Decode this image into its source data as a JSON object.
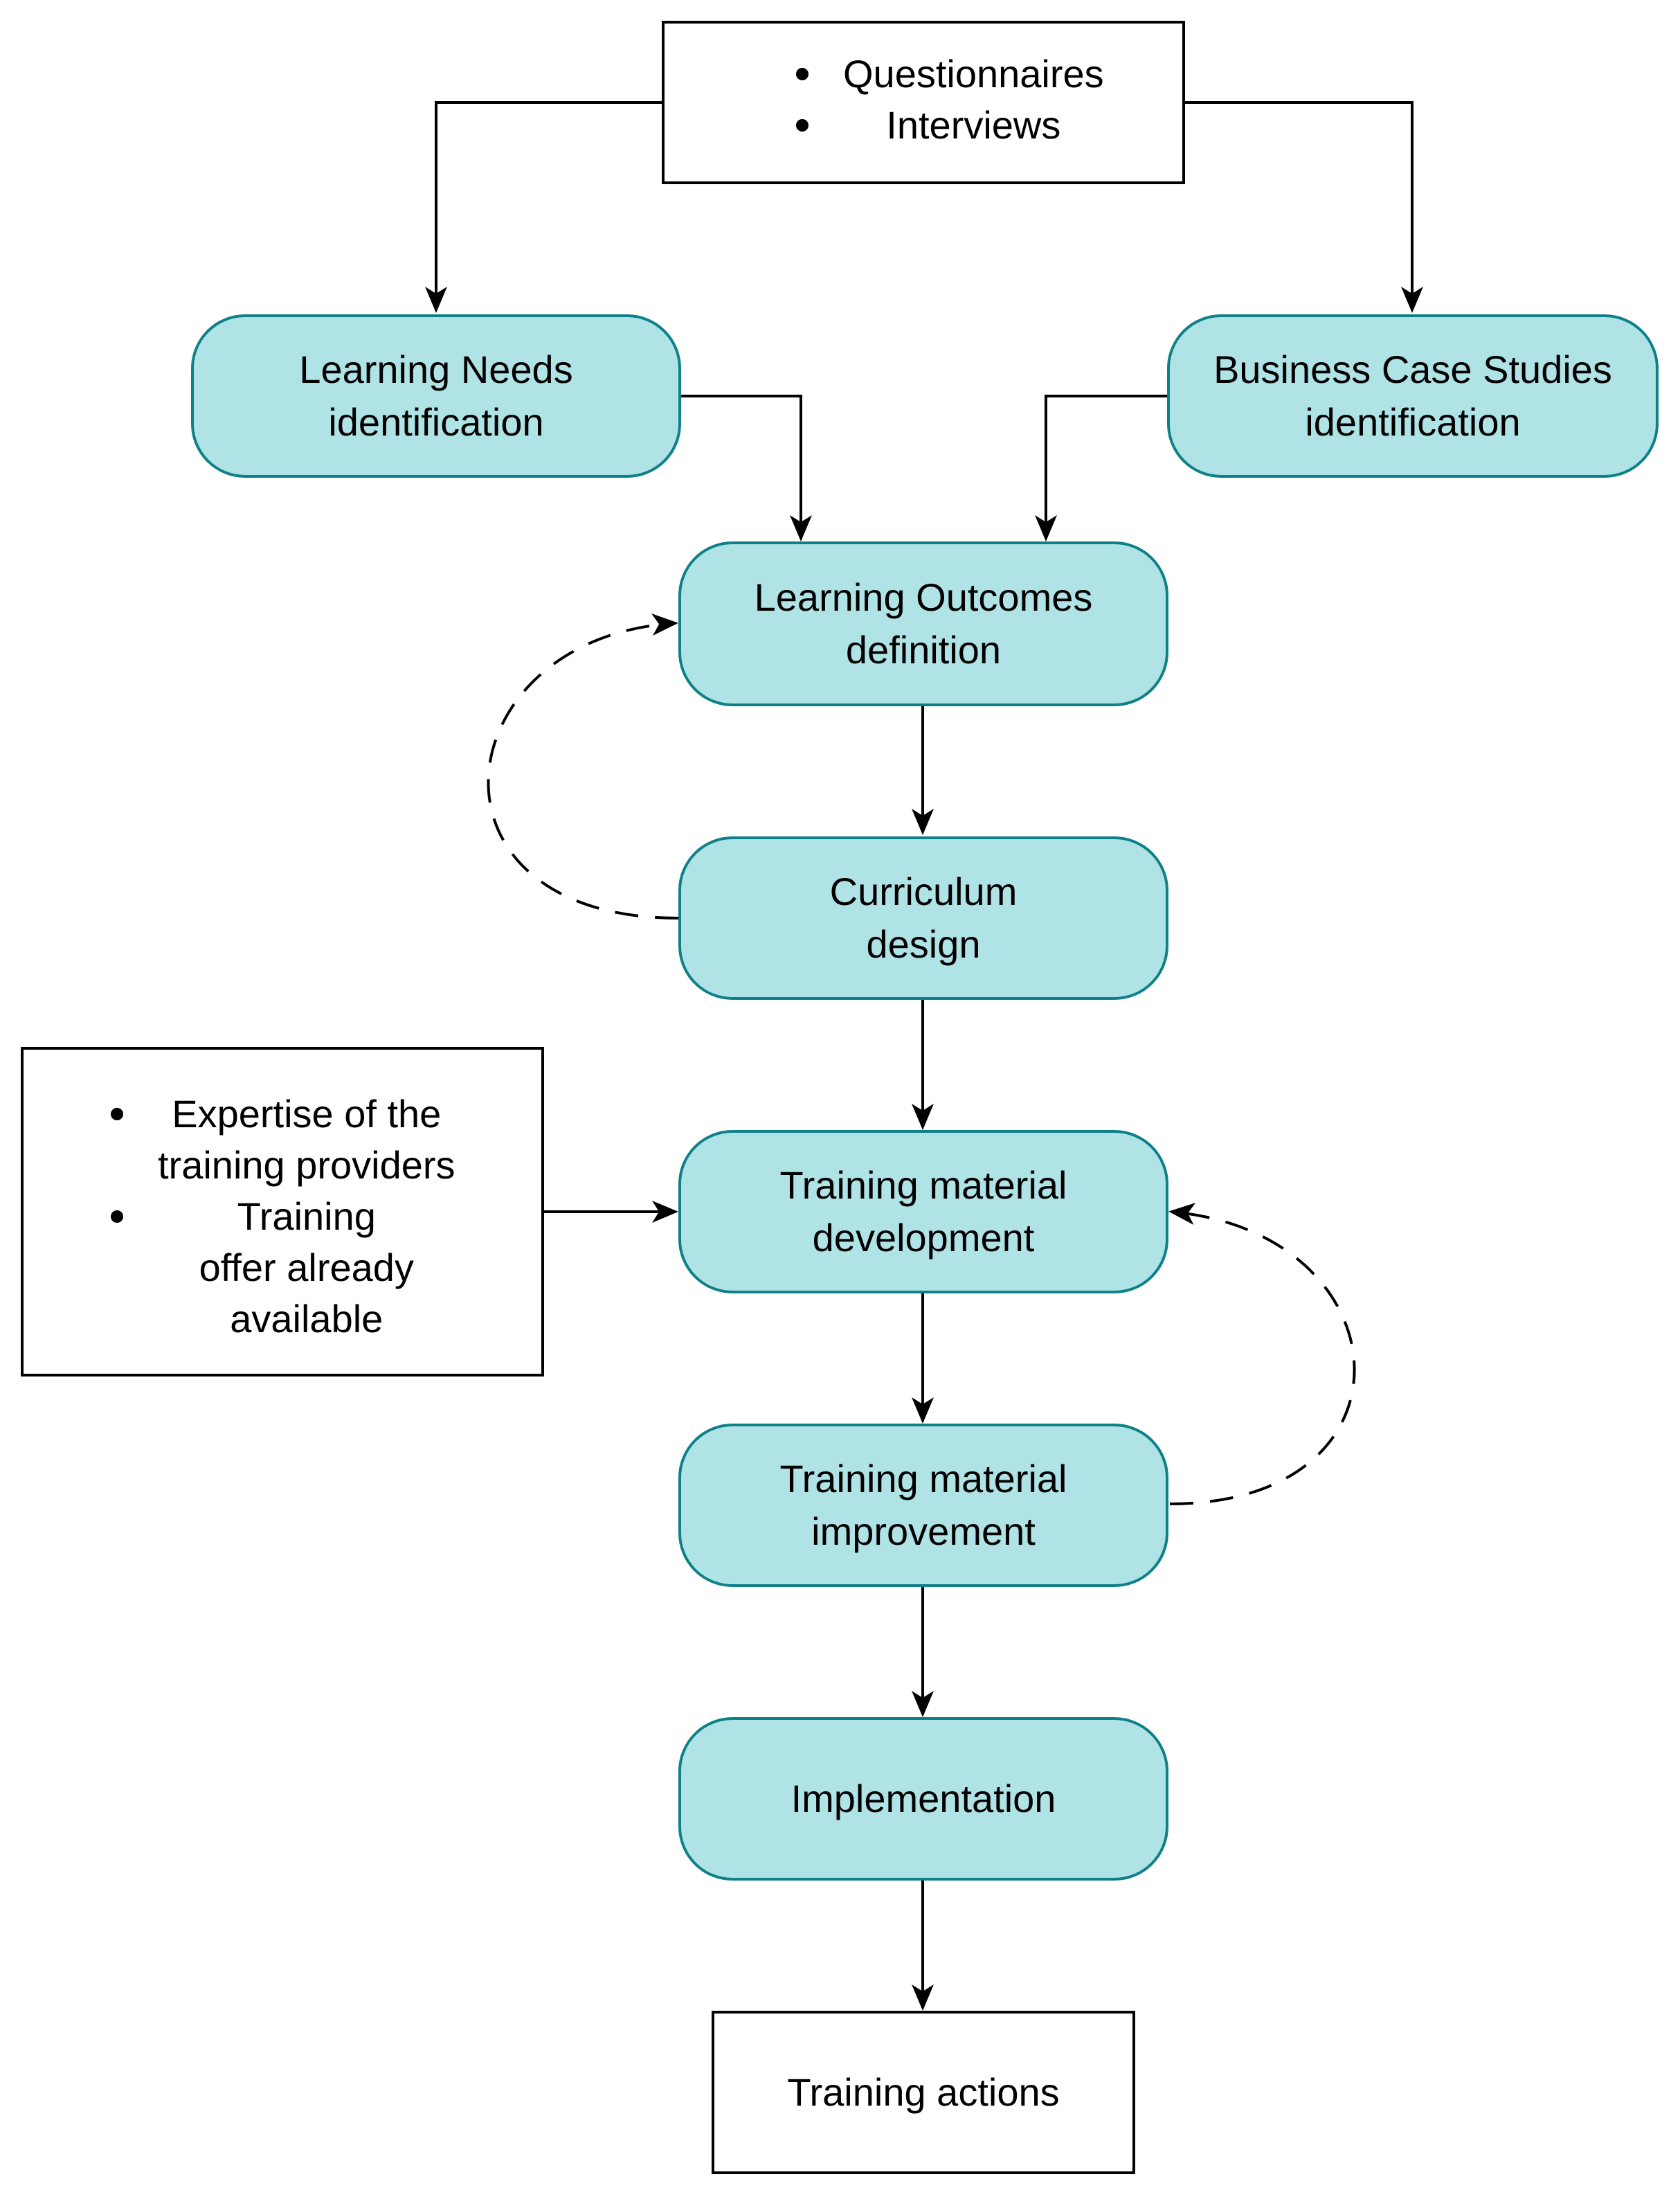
{
  "sources": {
    "methods": {
      "items": [
        "Questionnaires",
        "Interviews"
      ]
    },
    "inputs": {
      "items": [
        {
          "lines": [
            "Expertise of the",
            "training providers"
          ]
        },
        {
          "lines": [
            "Training",
            "offer already",
            "available"
          ]
        }
      ]
    }
  },
  "steps": {
    "learning_needs": {
      "lines": [
        "Learning Needs",
        "identification"
      ]
    },
    "business_cases": {
      "lines": [
        "Business Case Studies",
        "identification"
      ]
    },
    "learning_outcomes": {
      "lines": [
        "Learning Outcomes",
        "definition"
      ]
    },
    "curriculum": {
      "lines": [
        "Curriculum",
        "design"
      ]
    },
    "material_development": {
      "lines": [
        "Training material",
        "development"
      ]
    },
    "material_improvement": {
      "lines": [
        "Training material",
        "improvement"
      ]
    },
    "implementation": {
      "label": "Implementation"
    }
  },
  "result": {
    "label": "Training actions"
  },
  "colors": {
    "process_fill": "#b0e3e6",
    "process_stroke": "#0e8088",
    "edge": "#000000"
  }
}
